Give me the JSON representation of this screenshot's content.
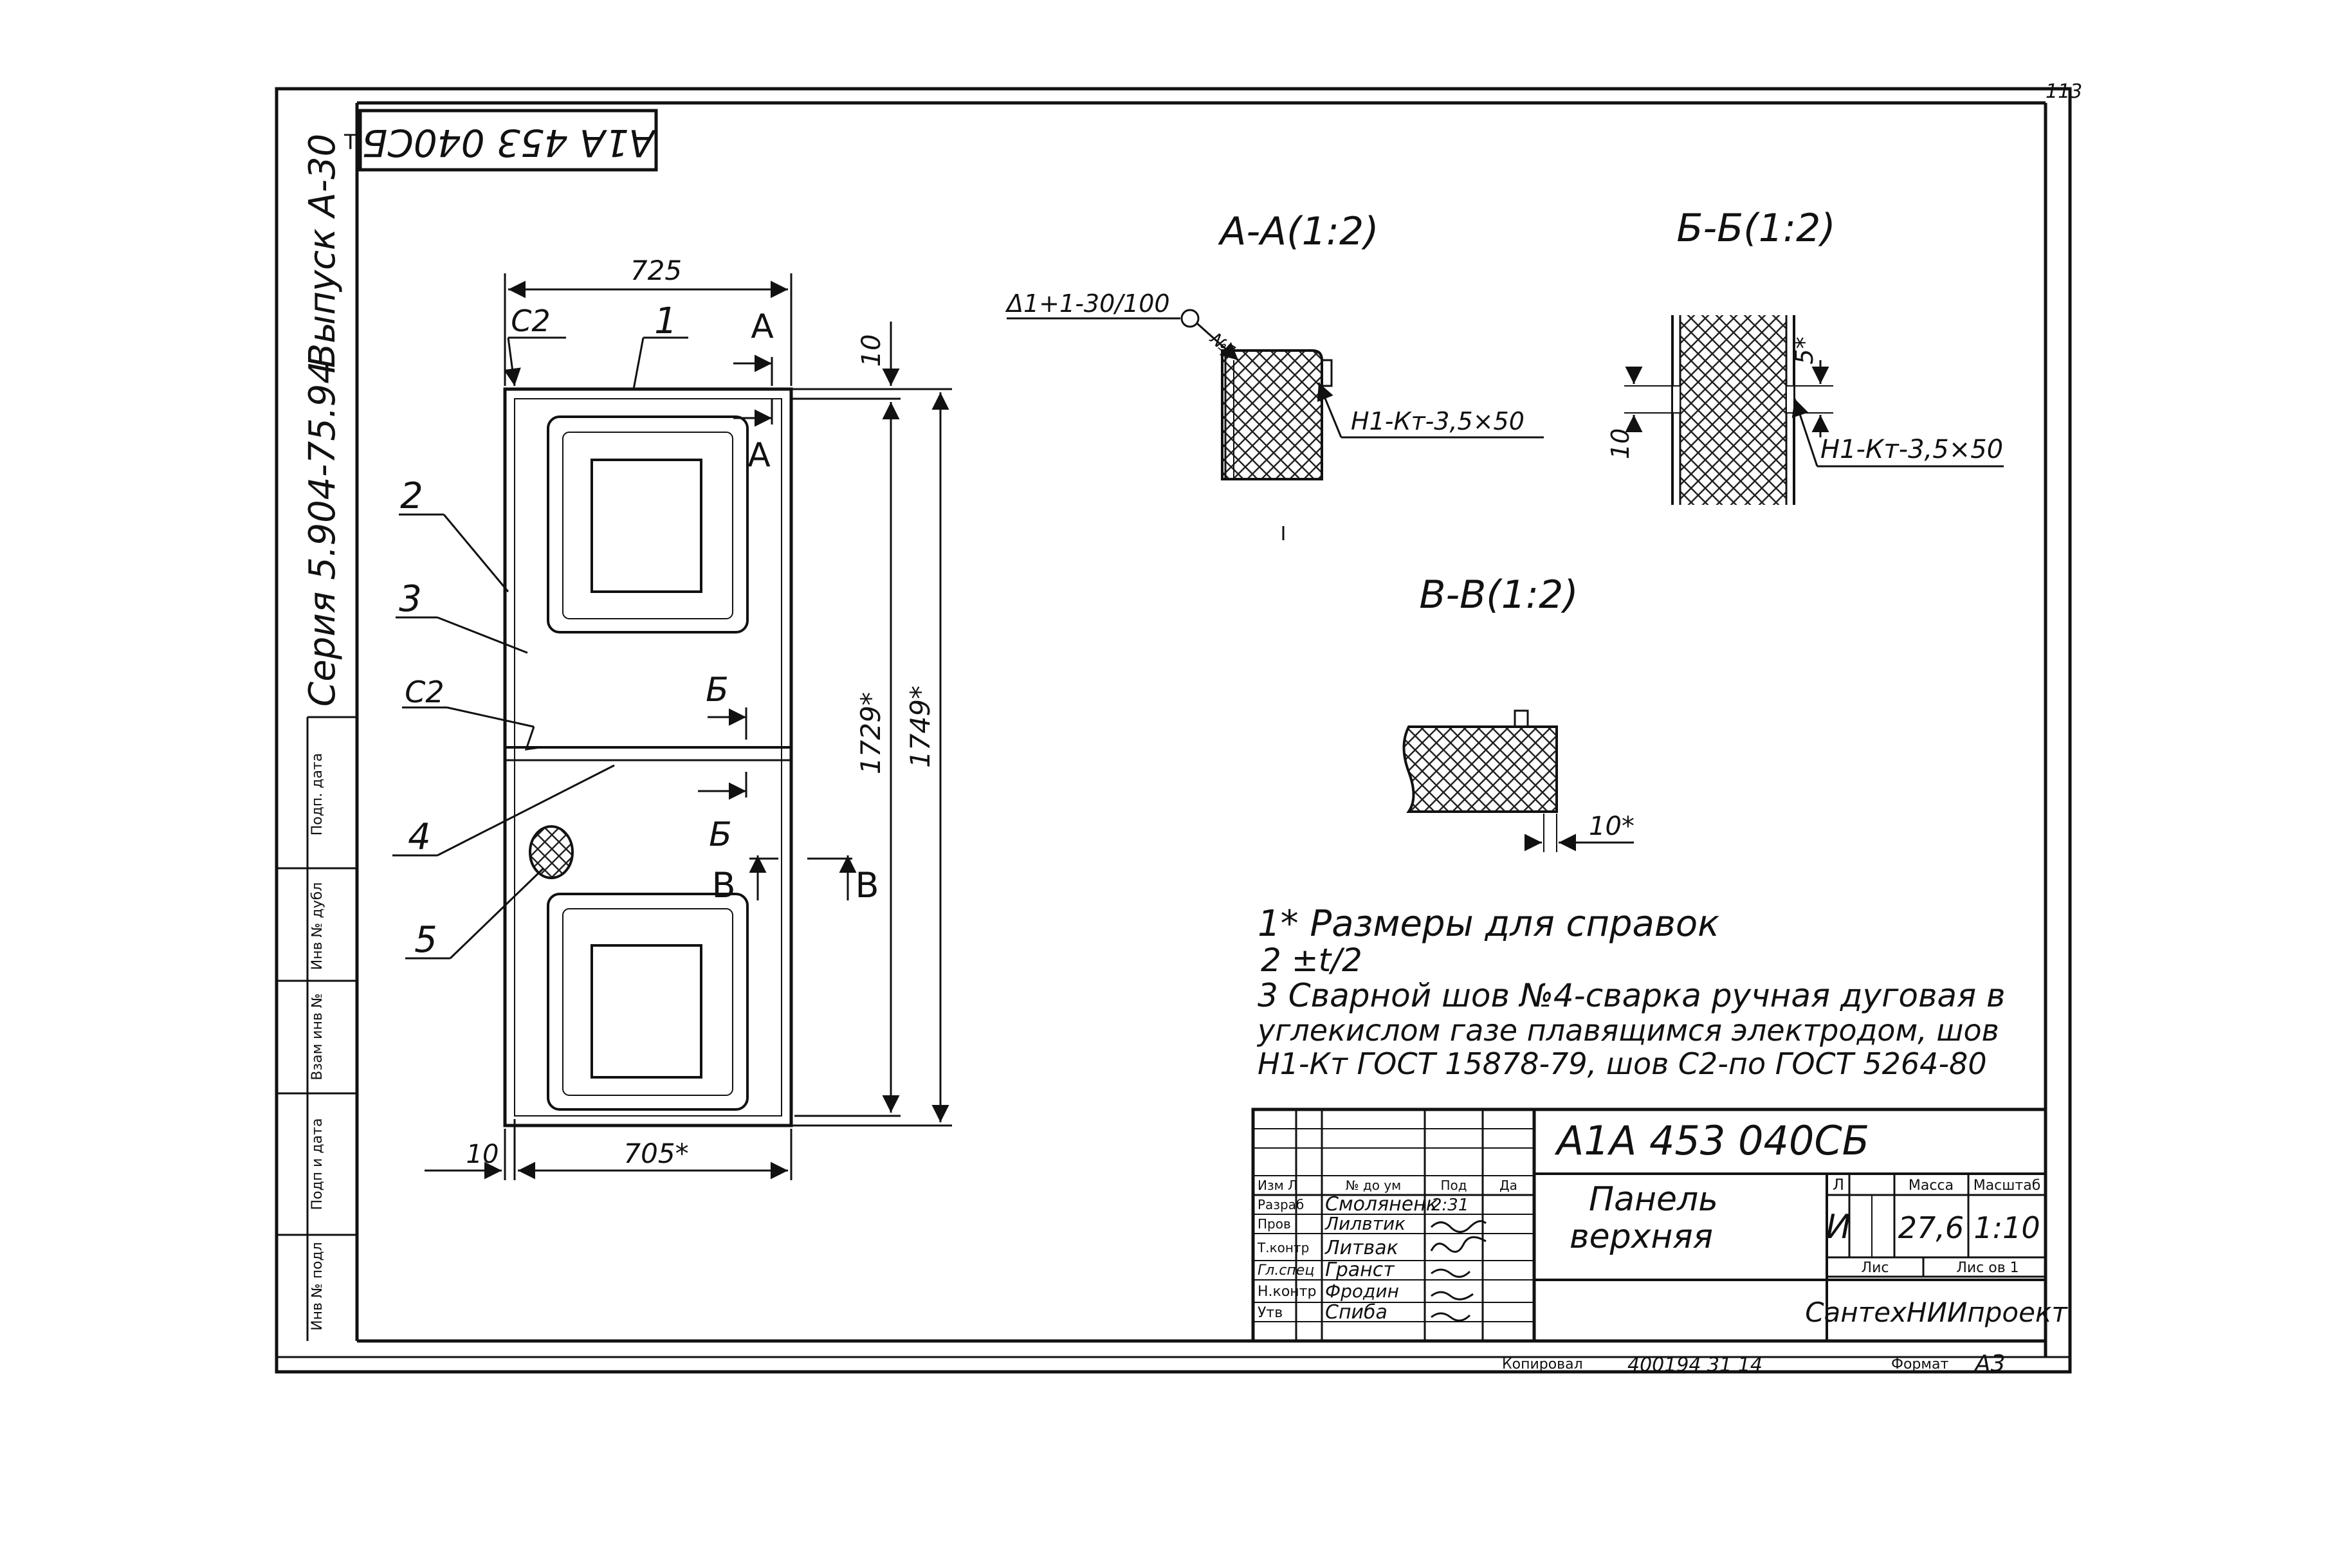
{
  "sheet": {
    "page_number": "113",
    "corner_mark": "Т",
    "rotated_code": "А1А 453 040СБ",
    "series_label": "Серия 5.904-75.94",
    "issue_label": "Выпуск А-30"
  },
  "left_strip": {
    "cells": [
      "Подп. дата",
      "Инв № дубл",
      "Взам инв №",
      "Подп и дата",
      "Инв № подл"
    ]
  },
  "main_view": {
    "dim_width_top": "725",
    "dim_width_bottom": "705*",
    "dim_left_offset": "10",
    "dim_top_offset": "10",
    "dim_height_inner": "1729*",
    "dim_height_outer": "1749*",
    "weld_c2_top": "С2",
    "weld_c2_mid": "С2",
    "positions": [
      "1",
      "2",
      "3",
      "4",
      "5"
    ],
    "section_a": "А",
    "section_b": "Б",
    "section_v": "В"
  },
  "section_aa": {
    "title": "А-А(1:2)",
    "weld_symbol": "Δ1+1-30/100",
    "weld_ref": "№1",
    "weld_label": "Н1-Кт-3,5×50"
  },
  "section_bb": {
    "title": "Б-Б(1:2)",
    "dim_5": "5*",
    "dim_10": "10",
    "weld_label": "Н1-Кт-3,5×50"
  },
  "section_vv": {
    "title": "В-В(1:2)",
    "dim_10": "10*"
  },
  "notes": [
    "1* Размеры для справок",
    "2 ±t/2",
    "3 Сварной шов №4-сварка ручная дуговая в",
    "углекислом газе плавящимся электродом, шов",
    "Н1-Кт ГОСТ 15878-79, шов С2-по ГОСТ 5264-80"
  ],
  "title_block": {
    "doc_code": "А1А 453 040СБ",
    "name_line1": "Панель",
    "name_line2": "верхняя",
    "col_lit": "Л",
    "col_mass": "Масса",
    "col_scale": "Масштаб",
    "lit_value": "И",
    "mass_value": "27,6",
    "scale_value": "1:10",
    "sheet_label": "Лис",
    "sheets_label": "Лис ов 1",
    "organization": "СантехНИИпроект",
    "header_cells": [
      "Изм Л",
      "№ до ум",
      "Под",
      "Да"
    ],
    "role_rows": [
      {
        "role": "Разраб",
        "name": "Смоляненк",
        "date": "2:31"
      },
      {
        "role": "Пров",
        "name": "Лилвтик",
        "date": ""
      },
      {
        "role": "Т.контр",
        "name": "Литвак",
        "date": ""
      },
      {
        "role": "Гл.спец",
        "name": "Гранст",
        "date": ""
      },
      {
        "role": "Н.контр",
        "name": "Фродин",
        "date": ""
      },
      {
        "role": "Утв",
        "name": "Спиба",
        "date": ""
      }
    ]
  },
  "footer": {
    "copied_label": "Копировал",
    "copied_value": "400194 31 14",
    "format_label": "Формат",
    "format_value": "А3"
  }
}
